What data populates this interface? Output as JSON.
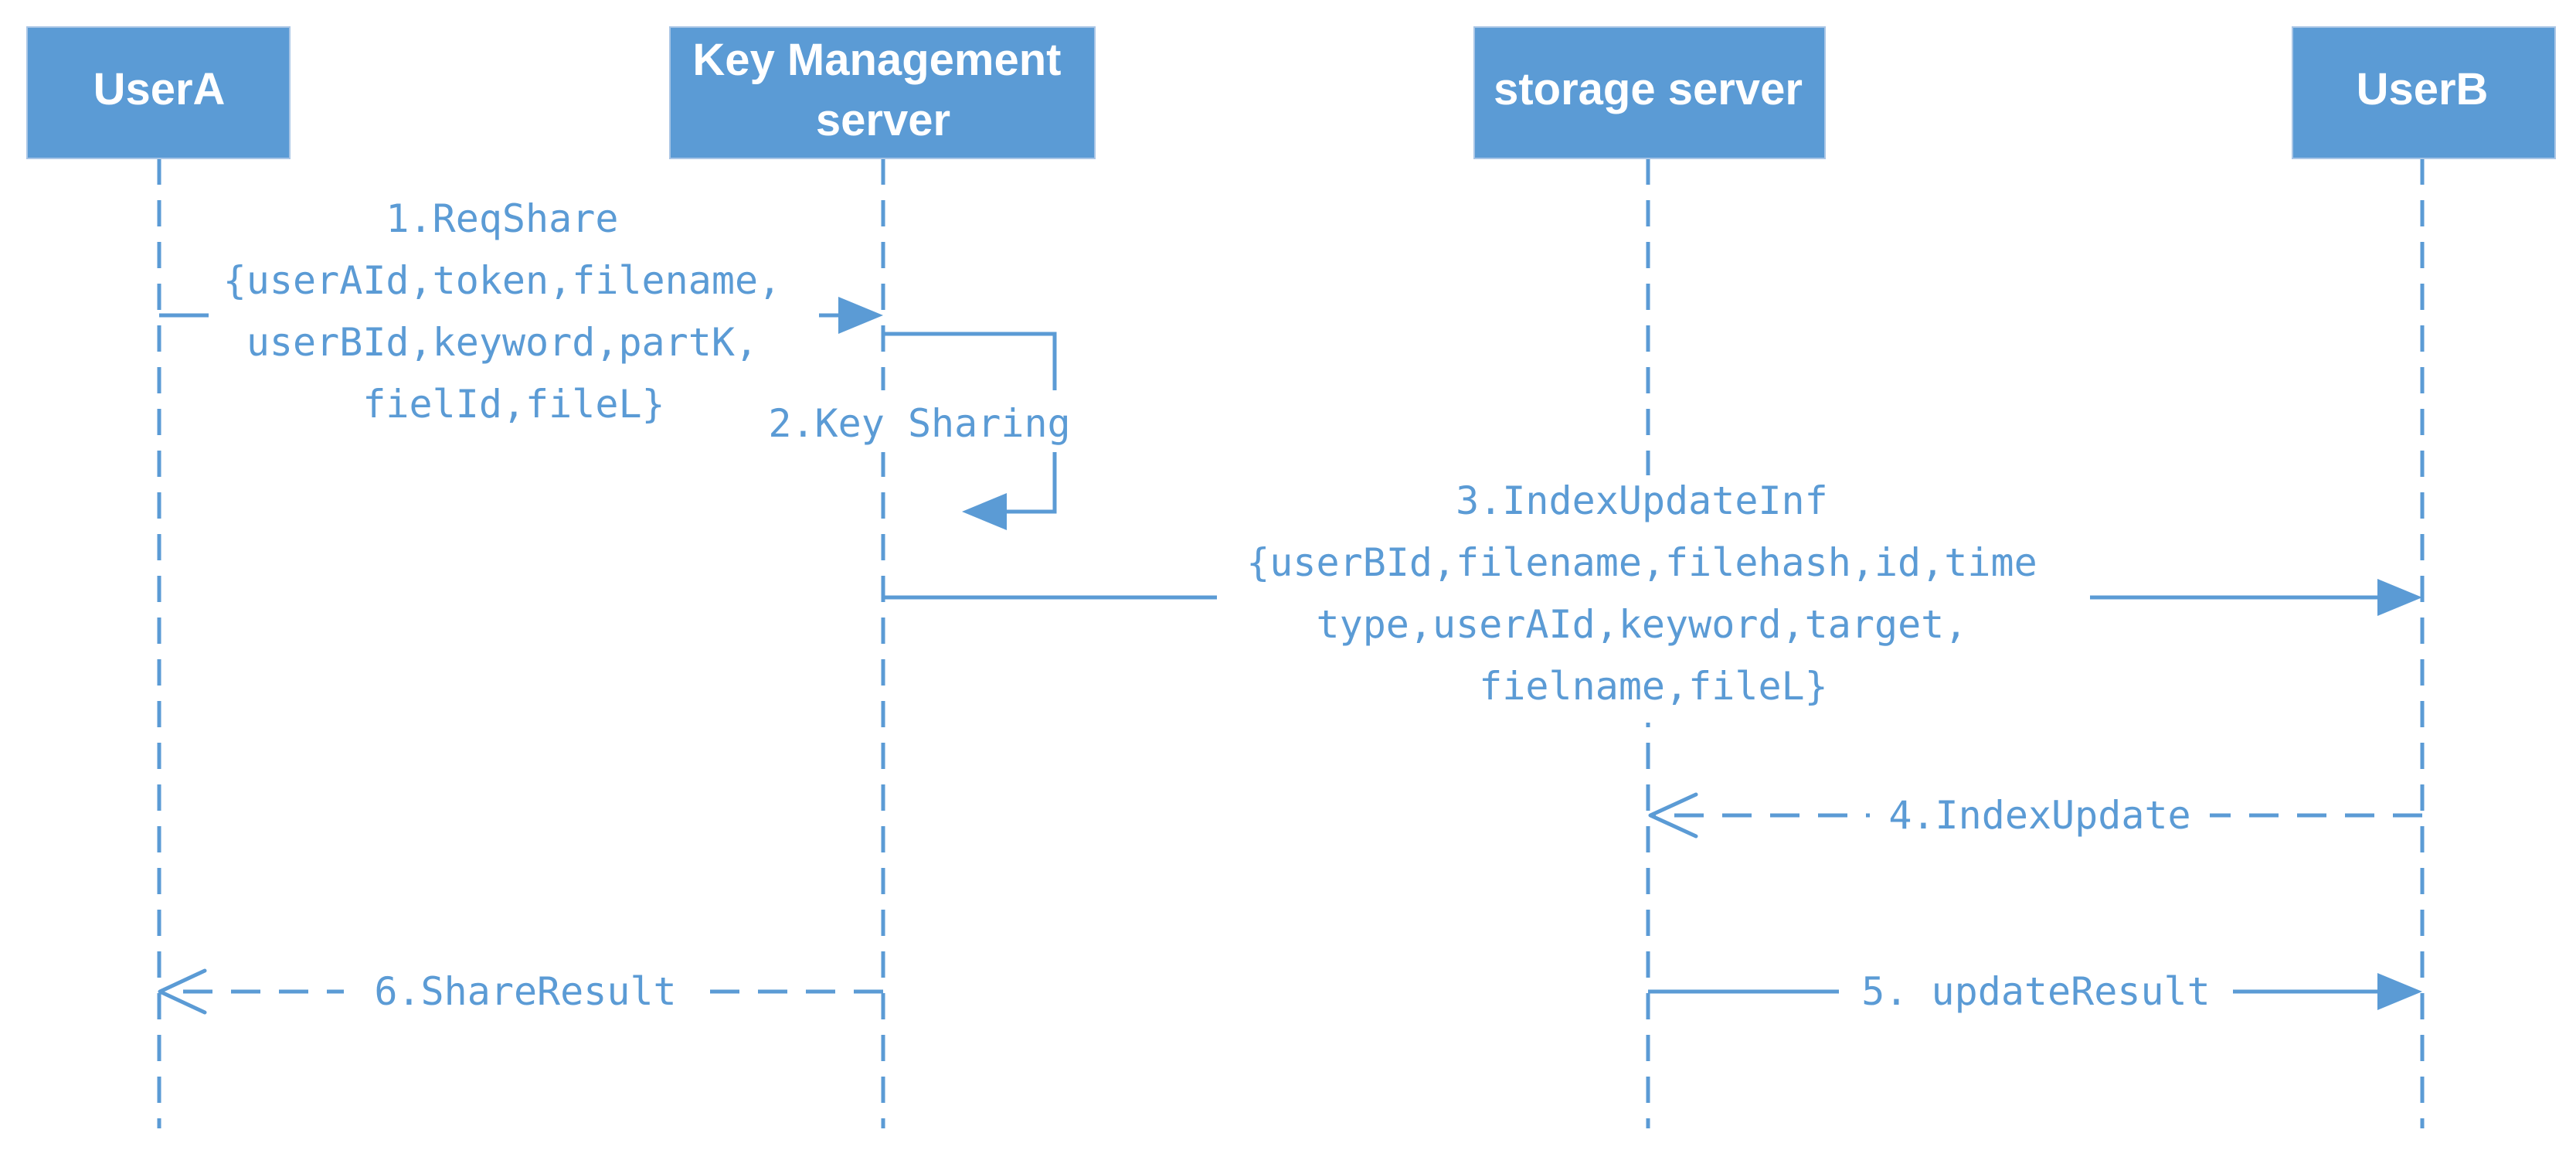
{
  "actors": {
    "userA": {
      "label": [
        "UserA"
      ]
    },
    "kms": {
      "label": [
        "Key Management",
        "server"
      ]
    },
    "storage": {
      "label": [
        "storage server"
      ]
    },
    "userB": {
      "label": [
        "UserB"
      ]
    }
  },
  "messages": {
    "req_share": {
      "from": "userA",
      "to": "kms",
      "style": "solid",
      "head": "filled",
      "label": [
        "1.ReqShare",
        "{userAId,token,filename,",
        "userBId,keyword,partK,",
        "fielId,fileL}"
      ]
    },
    "key_sharing": {
      "from": "kms",
      "to": "kms",
      "style": "solid",
      "head": "filled",
      "label": [
        "2.Key Sharing"
      ]
    },
    "index_update_inf": {
      "from": "kms",
      "to": "userB",
      "style": "solid",
      "head": "filled",
      "label": [
        "3.IndexUpdateInf",
        "{userBId,filename,filehash,id,time",
        "type,userAId,keyword,target,",
        "fielname,fileL}"
      ]
    },
    "index_update": {
      "from": "userB",
      "to": "storage",
      "style": "dashed",
      "head": "open",
      "label": [
        "4.IndexUpdate"
      ]
    },
    "update_result": {
      "from": "storage",
      "to": "userB",
      "style": "solid",
      "head": "filled",
      "label": [
        "5. updateResult"
      ]
    },
    "share_result": {
      "from": "kms",
      "to": "userA",
      "style": "dashed",
      "head": "open",
      "label": [
        "6.ShareResult"
      ]
    }
  }
}
